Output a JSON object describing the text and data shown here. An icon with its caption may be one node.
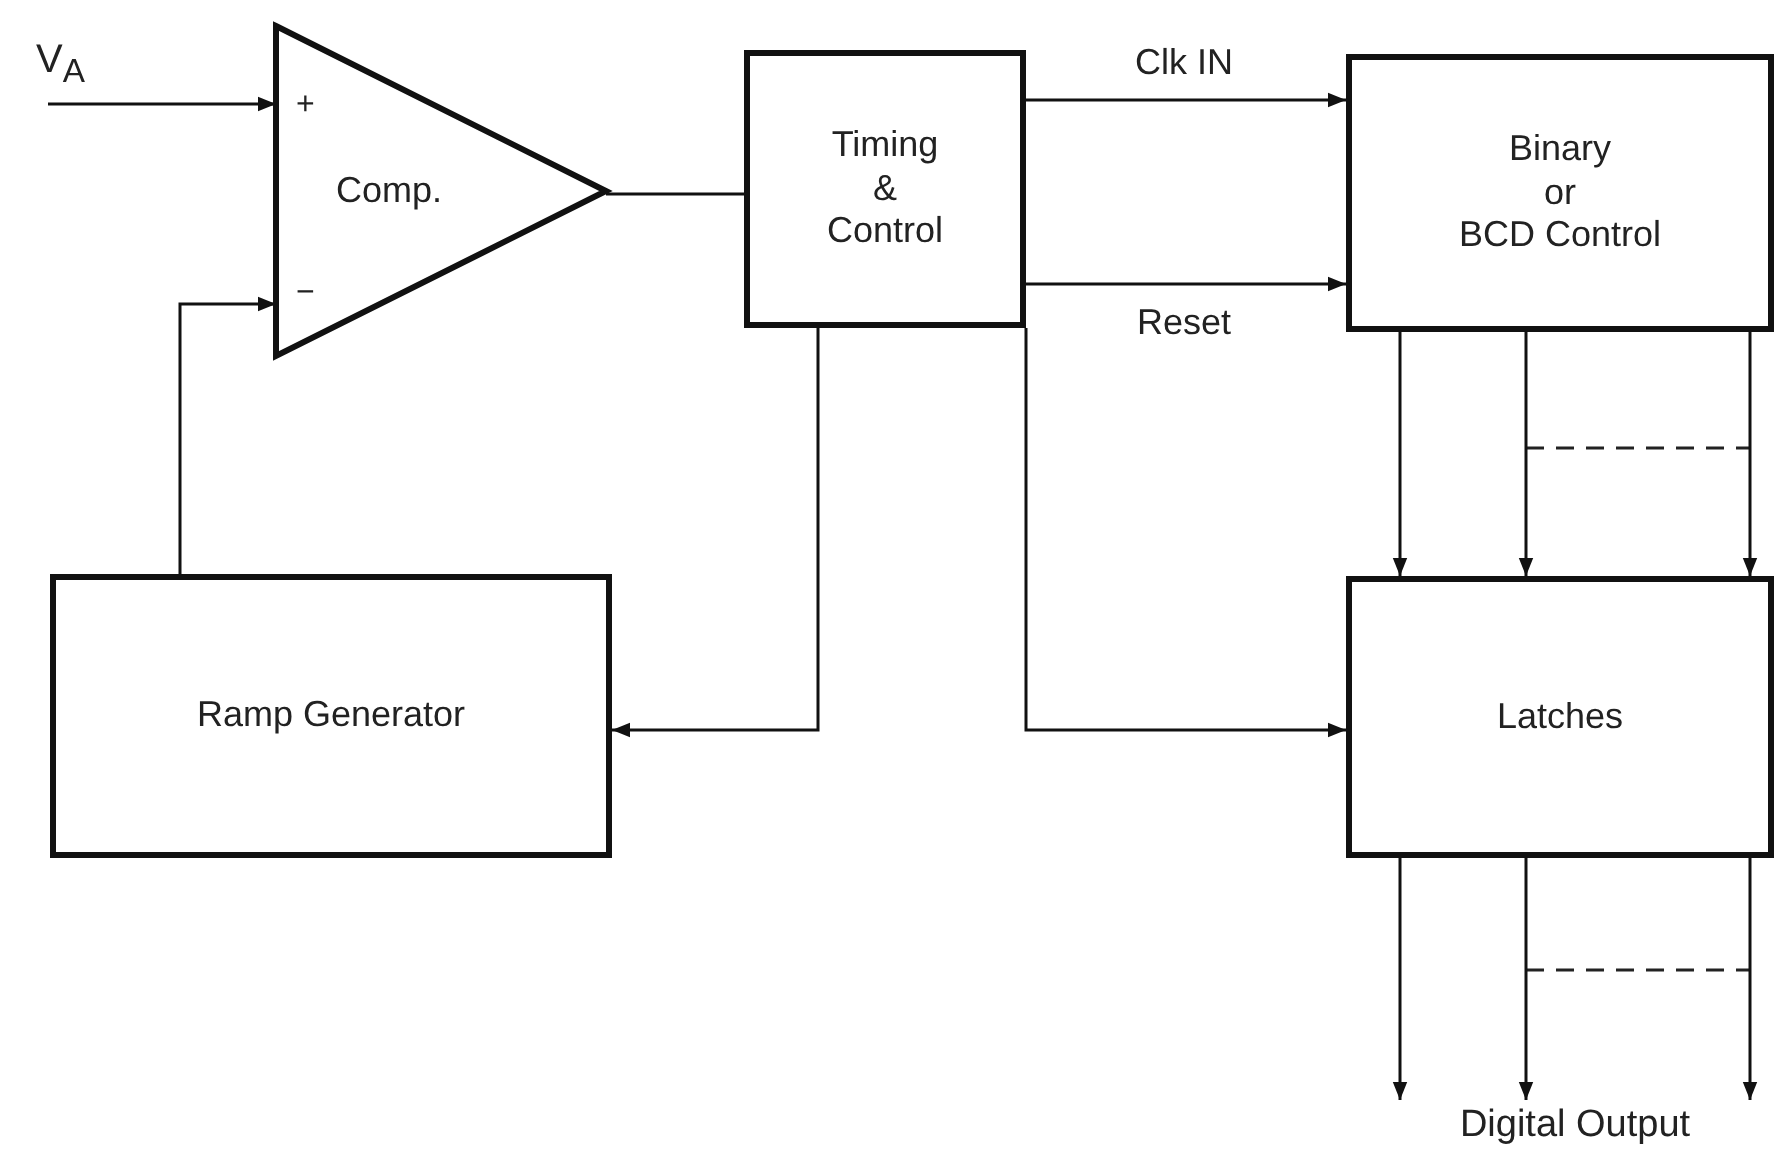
{
  "diagram": {
    "nodes": [
      {
        "text": [
          "V$_{A}$"
        ]
      },
      {
        "text": [
          "Comp."
        ]
      },
      {
        "text": [
          "Timing & Control"
        ]
      },
      {
        "text": [
          "Binary or BCD Control"
        ]
      },
      {
        "text": [
          "Ramp Generator"
        ]
      },
      {
        "text": [
          "Latches"
        ]
      },
      {
        "text": [
          "Digital Output"
        ]
      }
    ],
    "edges": [
      {
        "from": 0,
        "to": 1,
        "arrow": "to"
      },
      {
        "from": 4,
        "to": 1,
        "arrow": "to"
      },
      {
        "from": 1,
        "to": 2,
        "arrow": "none"
      },
      {
        "from": 2,
        "to": 3,
        "label": "Clk IN",
        "arrow": "to"
      },
      {
        "from": 2,
        "to": 3,
        "label": "Reset",
        "arrow": "to"
      },
      {
        "from": 2,
        "to": 4,
        "arrow": "to"
      },
      {
        "from": 2,
        "to": 5,
        "arrow": "to"
      },
      {
        "from": 3,
        "to": 5,
        "arrow": "to"
      },
      {
        "from": 3,
        "to": 5,
        "arrow": "to"
      },
      {
        "from": 3,
        "to": 5,
        "arrow": "to"
      },
      {
        "from": 5,
        "to": 6,
        "arrow": "to"
      },
      {
        "from": 5,
        "to": 6,
        "arrow": "to"
      },
      {
        "from": 5,
        "to": 6,
        "arrow": "to"
      }
    ],
    "labels": [
      "+",
      "−"
    ]
  }
}
